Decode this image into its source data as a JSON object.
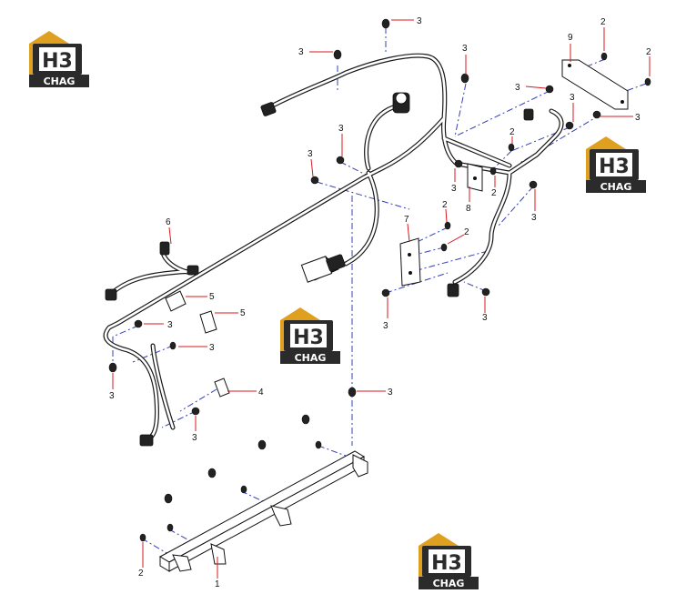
{
  "watermarks": [
    {
      "mark": "H3",
      "caption": "CHAG"
    },
    {
      "mark": "H3",
      "caption": "CHAG"
    },
    {
      "mark": "H3",
      "caption": "CHAG"
    },
    {
      "mark": "H3",
      "caption": "CHAG"
    }
  ],
  "callouts": {
    "c1": "1",
    "c2": "2",
    "c3": "3",
    "c4": "4",
    "c5": "5",
    "c6": "6",
    "c7": "7",
    "c8": "8",
    "c9": "9"
  },
  "colors": {
    "leader_line": "#d9181f",
    "center_line": "#3340b5",
    "logo_gold": "#e0a01f",
    "logo_dark": "#2b2b2b"
  }
}
